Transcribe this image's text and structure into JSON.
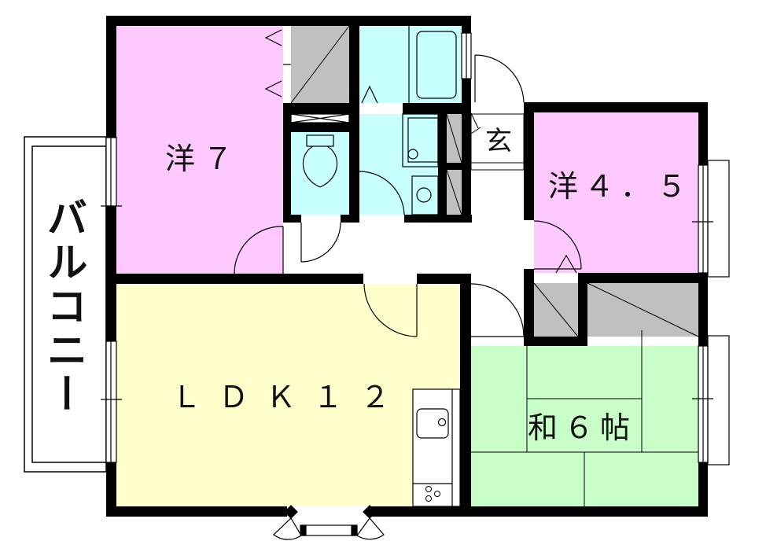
{
  "floorplan": {
    "colors": {
      "wall": "#000000",
      "western_room": "#ffc8ff",
      "ldk": "#ffffcc",
      "japanese_room": "#c8ffc8",
      "wet_area": "#c8ffff",
      "storage": "#c0c0c0",
      "background": "#ffffff"
    },
    "rooms": [
      {
        "id": "western-7",
        "label": "洋７",
        "type": "Western-style room",
        "size_jo": 7
      },
      {
        "id": "western-4-5",
        "label": "洋４．５",
        "type": "Western-style room",
        "size_jo": 4.5
      },
      {
        "id": "ldk-12",
        "label": "ＬＤＫ１２",
        "type": "Living/Dining/Kitchen",
        "size_jo": 12
      },
      {
        "id": "japanese-6",
        "label": "和６帖",
        "type": "Japanese-style tatami room",
        "size_jo": 6
      },
      {
        "id": "entrance",
        "label": "玄",
        "type": "Entrance (genkan)"
      },
      {
        "id": "balcony",
        "label": "バルコニー",
        "type": "Balcony"
      }
    ],
    "fixtures": [
      "toilet",
      "bathtub",
      "washbasin",
      "washing-machine-space",
      "kitchen-sink",
      "gas-stove",
      "closets"
    ]
  }
}
